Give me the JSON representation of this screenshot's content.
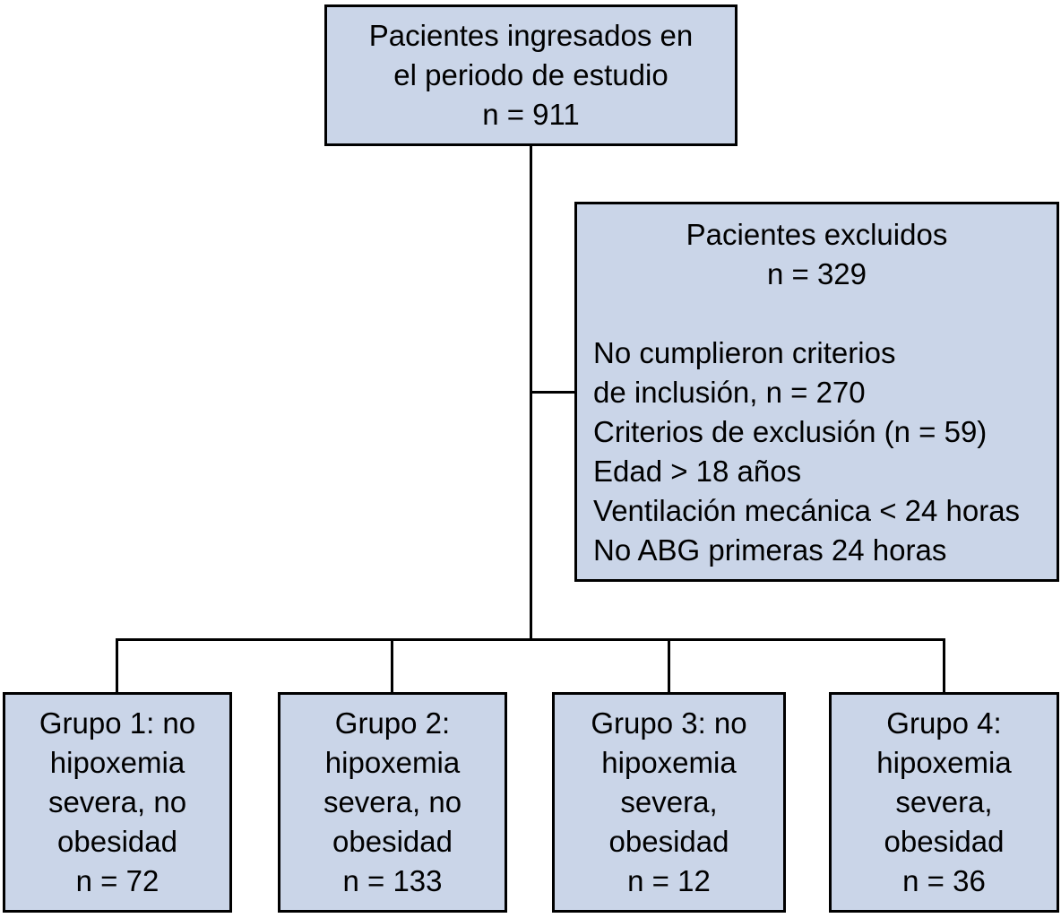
{
  "diagram": {
    "type": "patient-flow-chart",
    "language": "es",
    "colors": {
      "box_fill": "#cad5e8",
      "box_border": "#000000",
      "connector": "#000000",
      "background": "#ffffff",
      "text": "#000000"
    },
    "admitted": {
      "text": "Pacientes ingresados en\nel periodo de estudio\nn = 911",
      "n": 911
    },
    "excluded": {
      "header": "Pacientes excluidos\nn = 329",
      "n": 329,
      "details": "No cumplieron criterios\nde inclusión, n = 270\nCriterios de exclusión (n = 59)\nEdad > 18 años\nVentilación mecánica < 24 horas\nNo ABG primeras 24 horas",
      "reasons": [
        {
          "label": "No cumplieron criterios de inclusión",
          "n": 270
        },
        {
          "label": "Criterios de exclusión",
          "n": 59
        },
        {
          "label": "Edad > 18 años"
        },
        {
          "label": "Ventilación mecánica < 24 horas"
        },
        {
          "label": "No ABG primeras 24 horas"
        }
      ]
    },
    "groups": [
      {
        "text": "Grupo 1: no\nhipoxemia\nsevera, no\nobesidad\nn = 72",
        "label": "Grupo 1: no hipoxemia severa, no obesidad",
        "n": 72
      },
      {
        "text": "Grupo 2:\nhipoxemia\nsevera, no\nobesidad\nn = 133",
        "label": "Grupo 2: hipoxemia severa, no obesidad",
        "n": 133
      },
      {
        "text": "Grupo 3: no\nhipoxemia\nsevera,\nobesidad\nn = 12",
        "label": "Grupo 3: no hipoxemia severa, obesidad",
        "n": 12
      },
      {
        "text": "Grupo 4:\nhipoxemia\nsevera,\nobesidad\nn = 36",
        "label": "Grupo 4: hipoxemia severa, obesidad",
        "n": 36
      }
    ]
  }
}
